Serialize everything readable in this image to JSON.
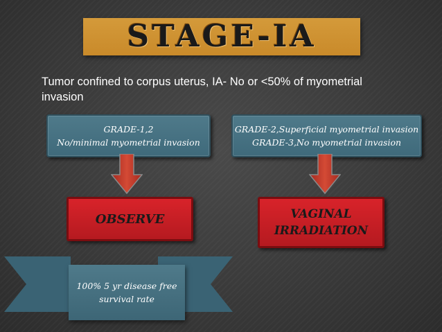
{
  "title": "STAGE-IA",
  "subtitle": "Tumor confined to corpus uterus, IA- No or <50% of myometrial invasion",
  "left_branch": {
    "line1": "GRADE-1,2",
    "line2": "No/minimal  myometrial invasion",
    "action": "OBSERVE"
  },
  "right_branch": {
    "line1": "GRADE-2,Superficial myometrial invasion",
    "line2": "GRADE-3,No  myometrial invasion",
    "action_line1": "VAGINAL",
    "action_line2": "IRRADIATION"
  },
  "outcome": {
    "line1": "100% 5 yr disease free",
    "line2": "survival rate"
  },
  "colors": {
    "title_bar": "#c98a2a",
    "teal_box": "#46707f",
    "red_box": "#c81f25",
    "arrow_fill": "#c0392b",
    "background": "#3a3a3a"
  }
}
